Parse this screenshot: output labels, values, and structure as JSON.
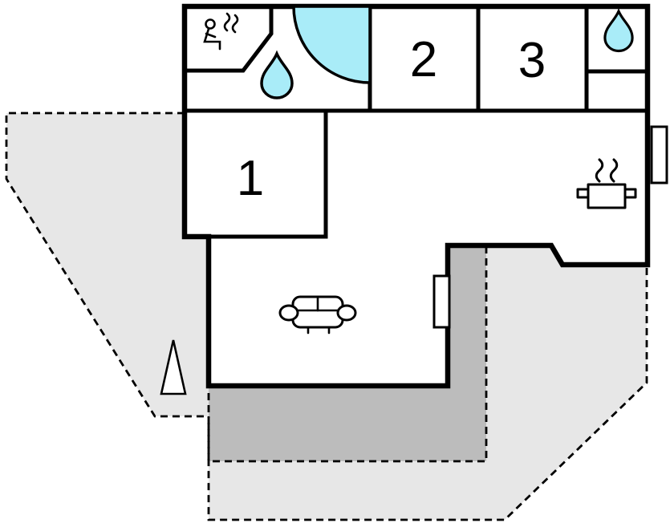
{
  "plan": {
    "rooms": [
      {
        "label": "1"
      },
      {
        "label": "2"
      },
      {
        "label": "3"
      }
    ],
    "colors": {
      "wall": "#000000",
      "water_cyan": "#a9ecf8",
      "terrace_light": "#e7e7e7",
      "terrace_dark": "#bcbcbc",
      "floor_white": "#ffffff"
    },
    "icons": [
      {
        "name": "sauna-icon"
      },
      {
        "name": "shower-icon"
      },
      {
        "name": "water-drop-icon"
      },
      {
        "name": "water-drop-icon"
      },
      {
        "name": "stove-icon"
      },
      {
        "name": "sofa-icon"
      },
      {
        "name": "tree-icon"
      },
      {
        "name": "window-icon"
      },
      {
        "name": "window-icon"
      }
    ]
  }
}
